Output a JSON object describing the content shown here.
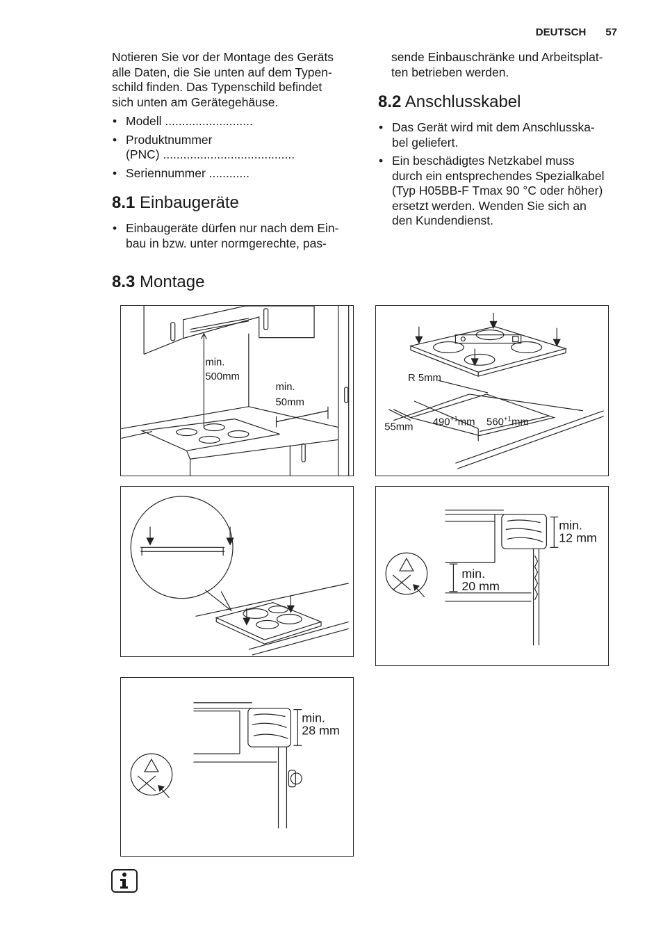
{
  "header": {
    "section": "DEUTSCH",
    "page": "57"
  },
  "left": {
    "intro": [
      "Notieren Sie vor der Montage des Geräts",
      "alle Daten, die Sie unten auf dem Typen-",
      "schild finden. Das Typenschild befindet",
      "sich unten am Gerätegehäuse."
    ],
    "items": [
      [
        "Modell .........................."
      ],
      [
        "Produktnummer",
        "(PNC) ......................................."
      ],
      [
        "Seriennummer ............"
      ]
    ],
    "s81": {
      "num": "8.1",
      "title": "Einbaugeräte"
    },
    "s81_item": [
      "Einbaugeräte dürfen nur nach dem Ein-",
      "bau in bzw. unter normgerechte, pas-"
    ]
  },
  "right": {
    "cont": [
      "sende Einbauschränke und Arbeitsplat-",
      "ten betrieben werden."
    ],
    "s82": {
      "num": "8.2",
      "title": "Anschlusskabel"
    },
    "items": [
      [
        "Das Gerät wird mit dem Anschlusska-",
        "bel geliefert."
      ],
      [
        "Ein beschädigtes Netzkabel muss",
        "durch ein entsprechendes Spezialkabel",
        "(Typ H05BB-F Tmax 90 °C oder höher)",
        "ersetzt werden. Wenden Sie sich an",
        "den Kundendienst."
      ]
    ]
  },
  "s83": {
    "num": "8.3",
    "title": "Montage"
  },
  "figures": {
    "fig1": {
      "min500": [
        "min.",
        "500mm"
      ],
      "min50": [
        "min.",
        "50mm"
      ]
    },
    "fig2": {
      "r5": "R 5mm",
      "d55": "55mm",
      "d490": "490",
      "d560": "560",
      "sup": "+1",
      "unit": "mm"
    },
    "fig4": {
      "min12": [
        "min.",
        "12 mm"
      ],
      "min20": [
        "min.",
        "20 mm"
      ]
    },
    "fig5": {
      "min28": [
        "min.",
        "28 mm"
      ]
    }
  },
  "icons": {
    "info": "info-icon",
    "warning": "warning-triangle-icon"
  }
}
